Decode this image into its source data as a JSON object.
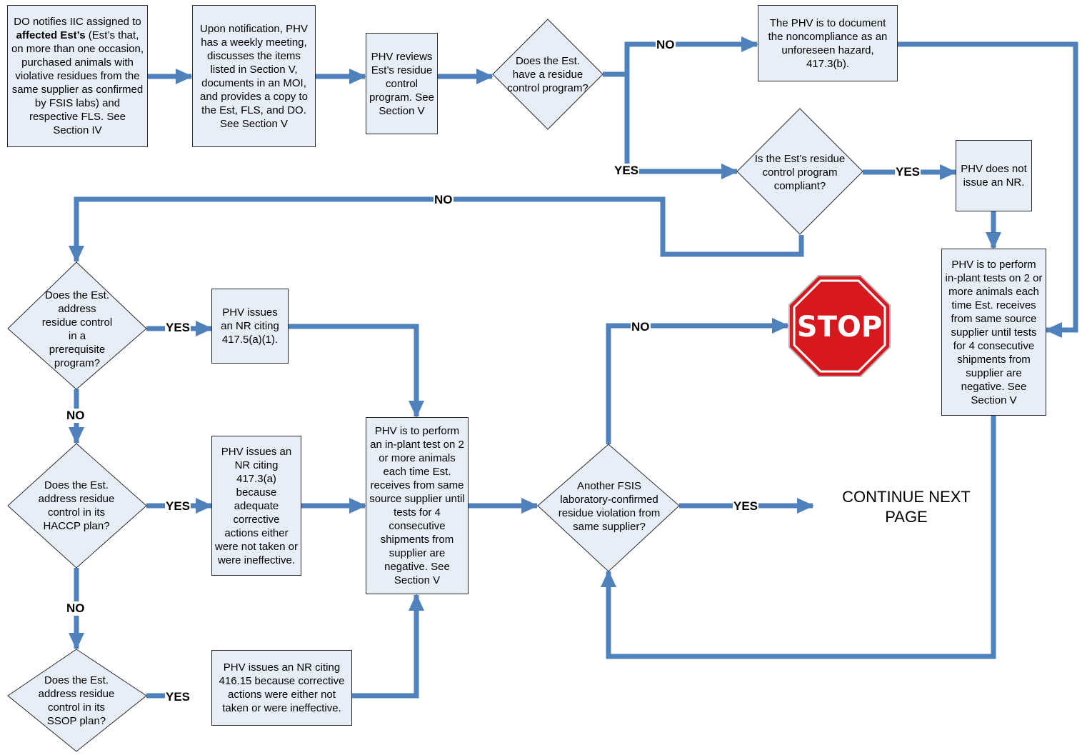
{
  "nodes": {
    "do_notifies": {
      "prefix": "DO notifies IIC assigned to ",
      "bold": "affected Est’s",
      "suffix": " (Est’s that, on more than one occasion, purchased animals with violative residues from the same supplier as confirmed by FSIS labs) and respective FLS. See Section IV"
    },
    "phv_weekly": {
      "text": "Upon notification, PHV has a weekly meeting, discusses the items listed in Section V, documents in an MOI, and provides a copy to the Est, FLS, and DO. See Section V"
    },
    "phv_reviews": {
      "text": "PHV reviews Est’s residue control program. See Section V"
    },
    "q_has_program": {
      "text": "Does the Est. have a residue control program?"
    },
    "phv_document": {
      "text": "The PHV is to document the noncompliance as an unforeseen hazard, 417.3(b)."
    },
    "q_compliant": {
      "text": "Is the Est’s residue control program compliant?"
    },
    "phv_no_nr": {
      "text": "PHV does not issue an NR."
    },
    "phv_tests_right": {
      "text": "PHV is to perform in-plant tests on 2 or more animals each time Est. receives from same source supplier until tests for 4 consecutive shipments from supplier are negative. See Section V"
    },
    "q_prerequisite": {
      "text": "Does the Est. address residue control in a prerequisite program?"
    },
    "phv_nr_4175": {
      "text": "PHV issues an NR citing 417.5(a)(1)."
    },
    "q_haccp": {
      "text": "Does the Est. address residue control in its HACCP plan?"
    },
    "phv_nr_4173a": {
      "text": "PHV issues an NR citing 417.3(a) because adequate corrective actions either were not taken or were ineffective."
    },
    "phv_test_center": {
      "text": "PHV is to perform an in-plant test on 2 or more animals each time Est. receives from same source supplier until tests for 4 consecutive shipments from supplier are negative. See Section V"
    },
    "q_ssop": {
      "text": "Does the Est. address residue control in its SSOP plan?"
    },
    "phv_nr_41615": {
      "text": "PHV issues an NR citing 416.15 because corrective actions were either not taken or were ineffective."
    },
    "q_another": {
      "text": "Another FSIS laboratory-confirmed residue violation from same supplier?"
    },
    "stop_sign": {
      "text": "STOP"
    },
    "continue": {
      "text": "CONTINUE NEXT PAGE"
    }
  },
  "edge_labels": {
    "has_program_no": "NO",
    "has_program_yes": "YES",
    "compliant_yes": "YES",
    "compliant_no": "NO",
    "prerequisite_yes": "YES",
    "prerequisite_no": "NO",
    "haccp_yes": "YES",
    "haccp_no": "NO",
    "ssop_yes": "YES",
    "another_no": "NO",
    "another_yes": "YES"
  },
  "colors": {
    "box_fill": "#e8eef7",
    "outline": "#2a2a2a",
    "connector": "#4f81bd",
    "stop_red": "#d7191f"
  }
}
